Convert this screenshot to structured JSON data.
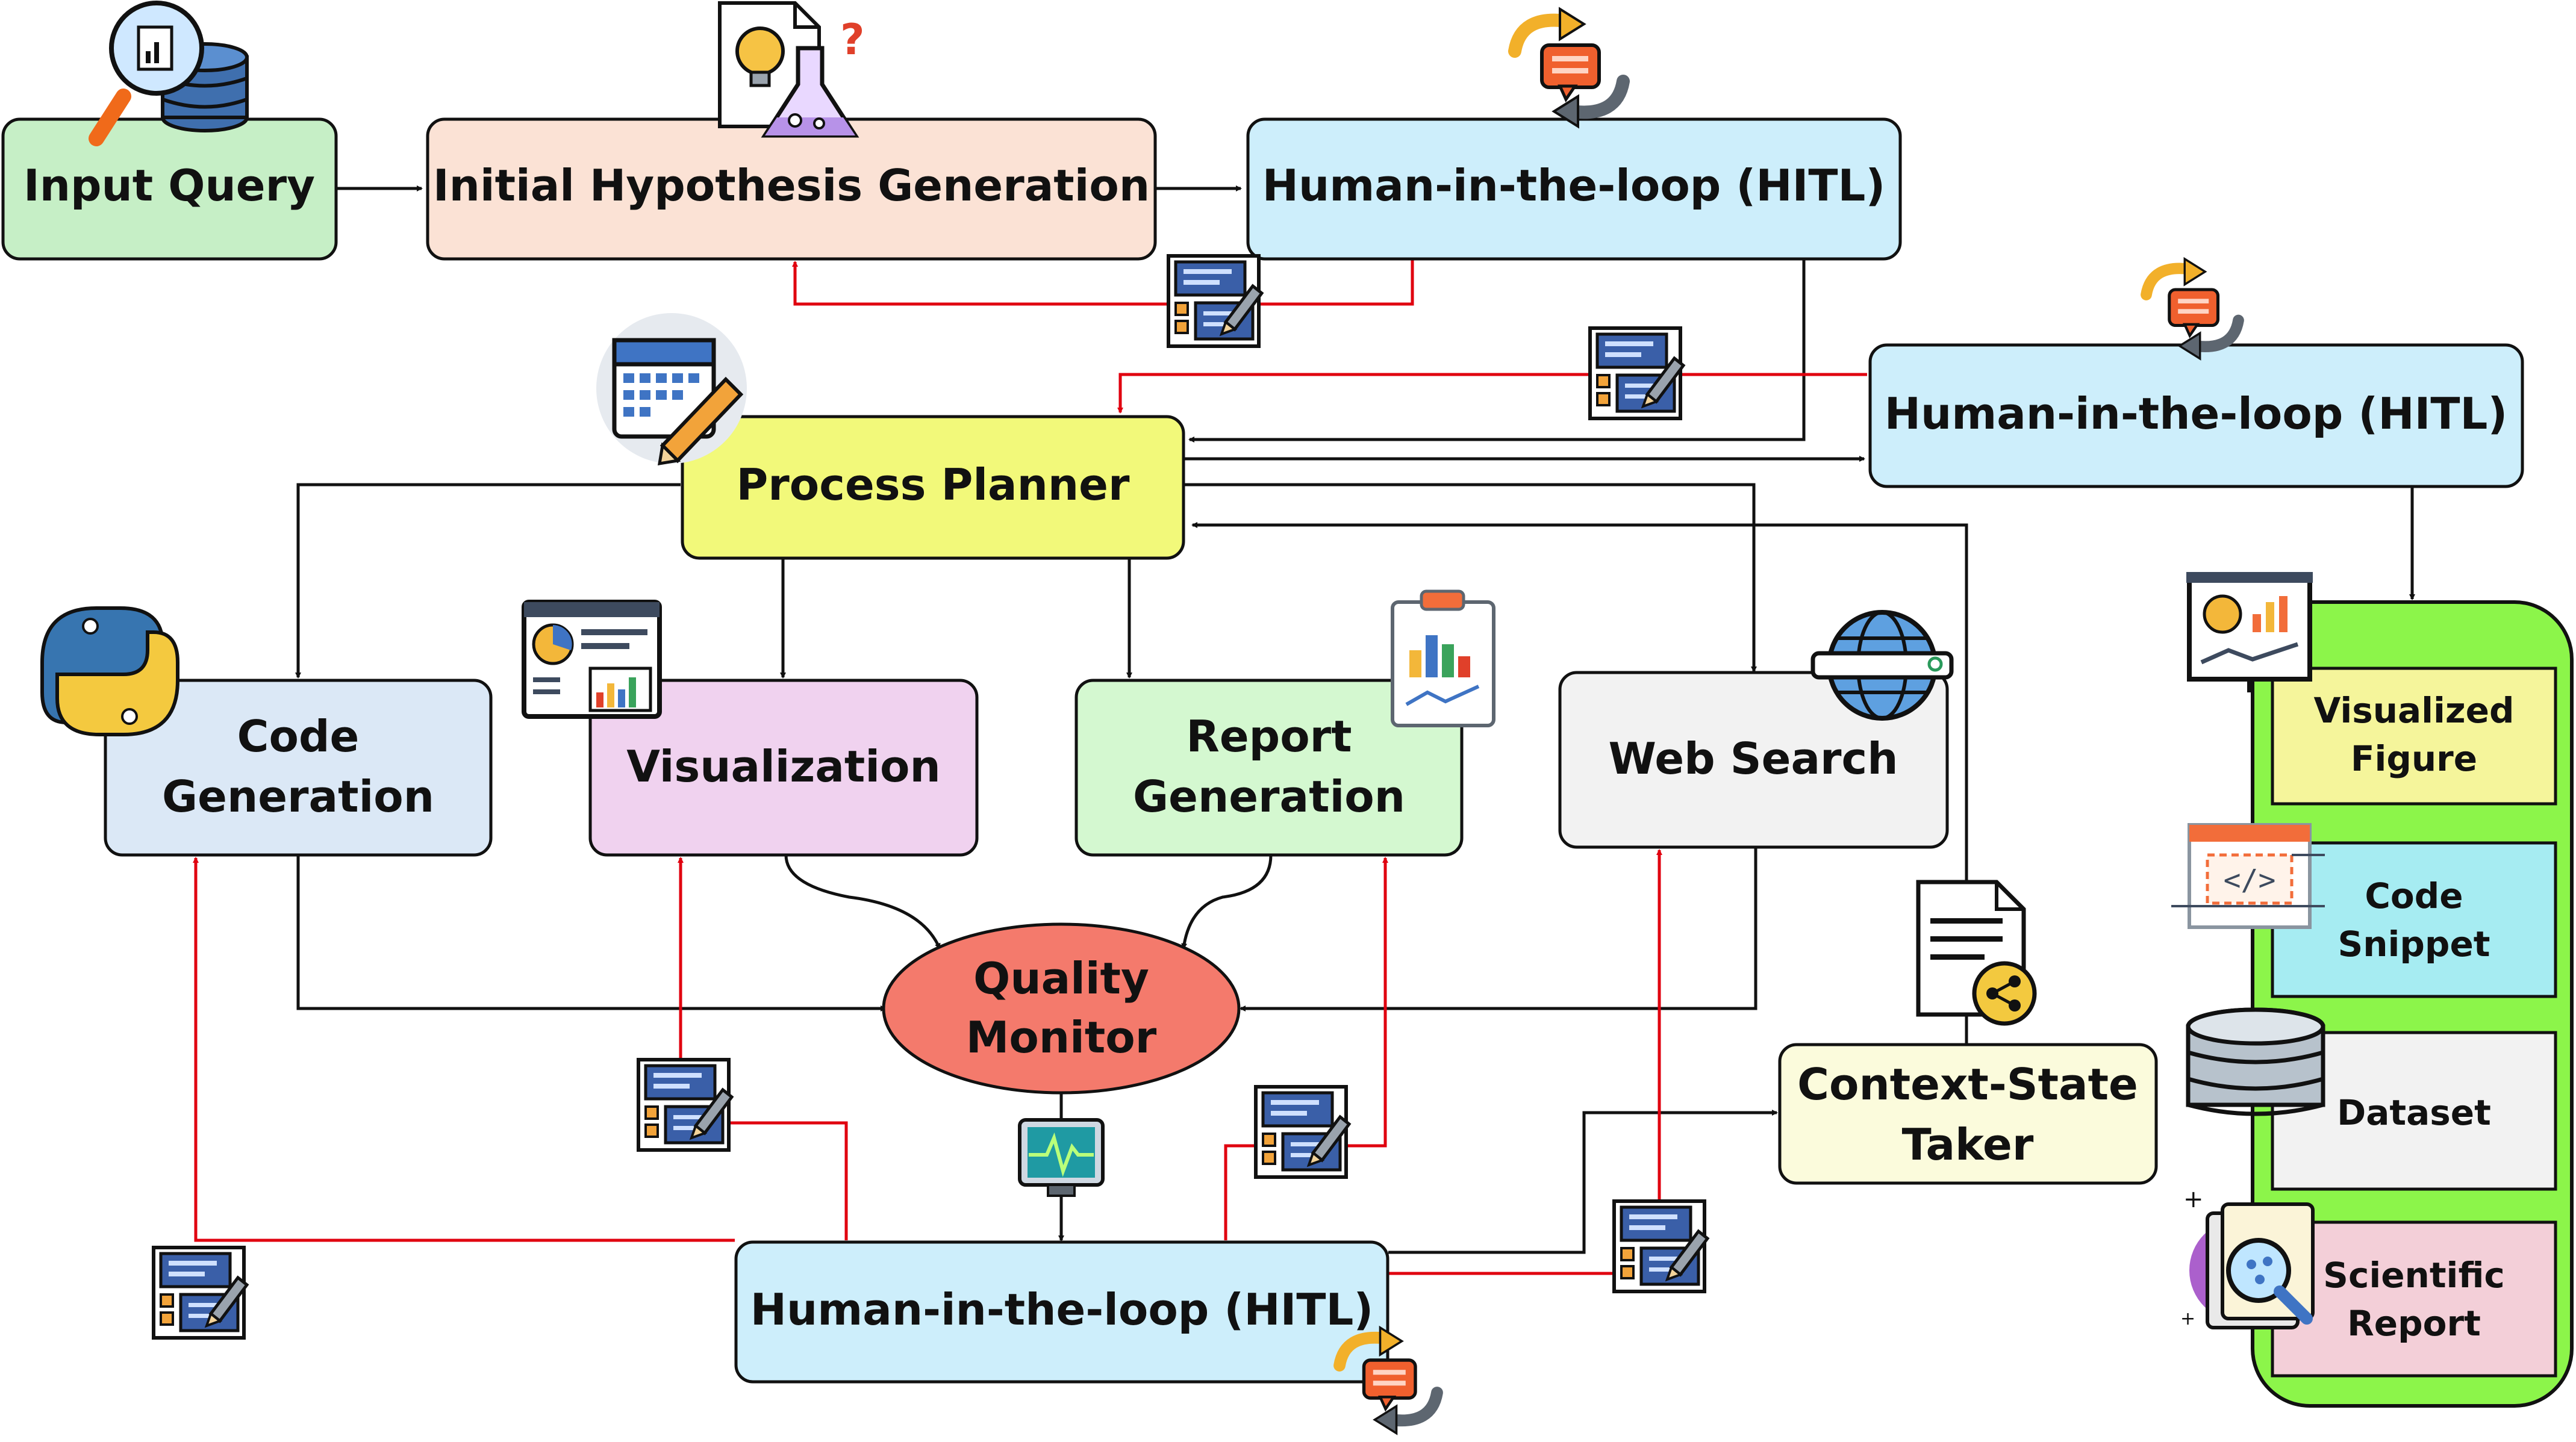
{
  "nodes": {
    "input_query": "Input Query",
    "hypothesis": "Initial Hypothesis Generation",
    "hitl_top": "Human-in-the-loop (HITL)",
    "hitl_right": "Human-in-the-loop (HITL)",
    "hitl_bottom": "Human-in-the-loop (HITL)",
    "planner": "Process Planner",
    "code_gen": [
      "Code",
      "Generation"
    ],
    "visualization": "Visualization",
    "report_gen": [
      "Report",
      "Generation"
    ],
    "web_search": "Web Search",
    "quality": [
      "Quality",
      "Monitor"
    ],
    "context": [
      "Context-State",
      "Taker"
    ]
  },
  "outputs": {
    "figure": [
      "Visualized",
      "Figure"
    ],
    "code": [
      "Code",
      "Snippet"
    ],
    "dataset": [
      "Dataset"
    ],
    "report": [
      "Scientific",
      "Report"
    ]
  },
  "colors": {
    "green": "#c6efc6",
    "peach": "#fbe2d5",
    "blue": "#cdeefb",
    "yellow": "#f2f97a",
    "codeblue": "#dbe8f6",
    "pink": "#f0d2ef",
    "mint": "#d4f8d0",
    "gray": "#f2f2f2",
    "red_ellipse": "#f47a6c",
    "cream": "#fbfbdc",
    "panel_green": "#8cf54a",
    "out_yellow": "#f5f59b",
    "out_cyan": "#a6ecf2",
    "out_gray": "#f2f2f2",
    "out_pink": "#f3cfd8",
    "red_line": "#e0000f"
  },
  "icons": [
    "magnifier-database-icon",
    "lightbulb-flask-icon",
    "feedback-cycle-icon",
    "calendar-pencil-icon",
    "python-logo-icon",
    "dashboard-chart-icon",
    "clipboard-chart-icon",
    "globe-search-icon",
    "monitor-pulse-icon",
    "document-share-icon",
    "edit-form-icon",
    "presentation-chart-icon",
    "code-window-icon",
    "database-stack-icon",
    "magnified-report-icon"
  ]
}
